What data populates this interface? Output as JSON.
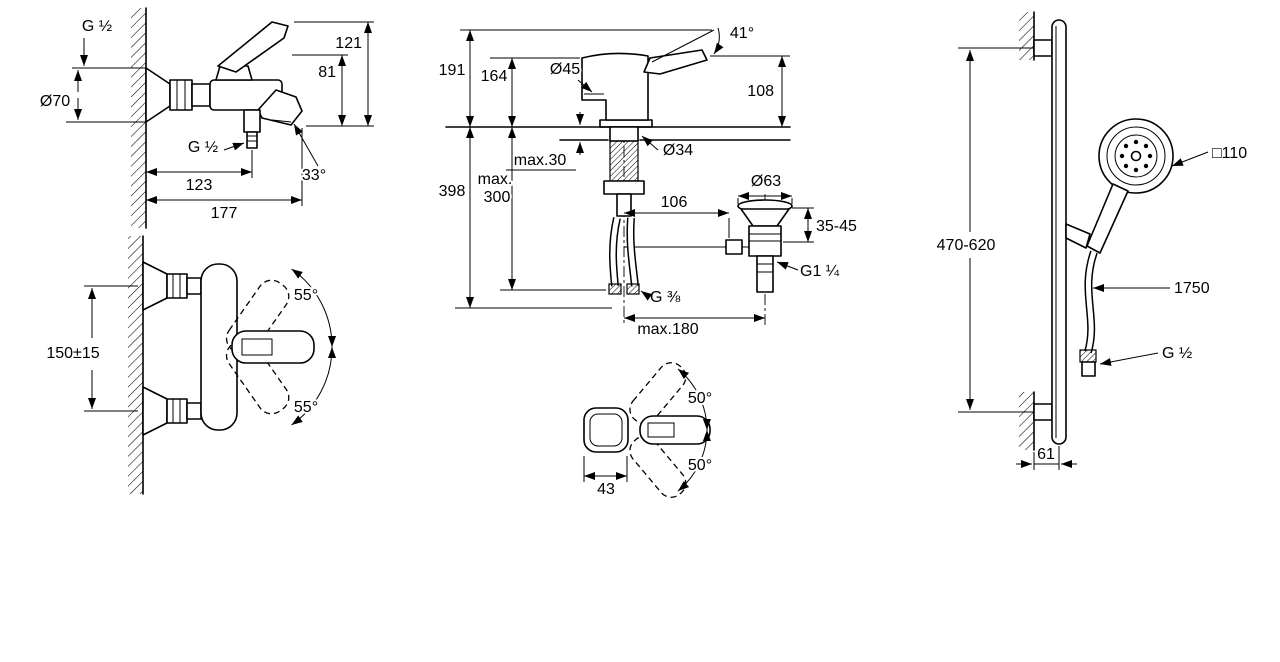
{
  "colors": {
    "background": "#ffffff",
    "line": "#000000"
  },
  "bath_mixer_side": {
    "g_thread_top": "G ½",
    "escutcheon_diameter": "Ø70",
    "g_thread_bottom": "G ½",
    "width_to_outlet": "123",
    "total_projection": "177",
    "spout_angle": "33°",
    "height_body": "81",
    "height_total": "121"
  },
  "bath_mixer_front": {
    "swing_top": "55°",
    "swing_bottom": "55°",
    "inlet_distance": "150±15"
  },
  "basin_mixer": {
    "height_lever_open": "191",
    "height_lever": "164",
    "height_total": "398",
    "max_hose_line1": "max.",
    "max_hose_line2": "300",
    "aerator_diameter": "Ø45",
    "lever_angle": "41°",
    "spout_height": "108",
    "deck_thickness": "max.30",
    "hole_diameter": "Ø34",
    "rod_offset": "106",
    "waste_diameter": "Ø63",
    "waste_clamp_range": "35-45",
    "waste_thread": "G1 ¼",
    "hose_thread": "G ⅜",
    "max_reach": "max.180"
  },
  "basin_mixer_top": {
    "swing_top": "50°",
    "swing_bottom": "50°",
    "body_depth": "43"
  },
  "shower_rail": {
    "head_size": "□110",
    "rail_range": "470-620",
    "hose_length": "1750",
    "hose_thread": "G ½",
    "wall_offset": "61"
  }
}
